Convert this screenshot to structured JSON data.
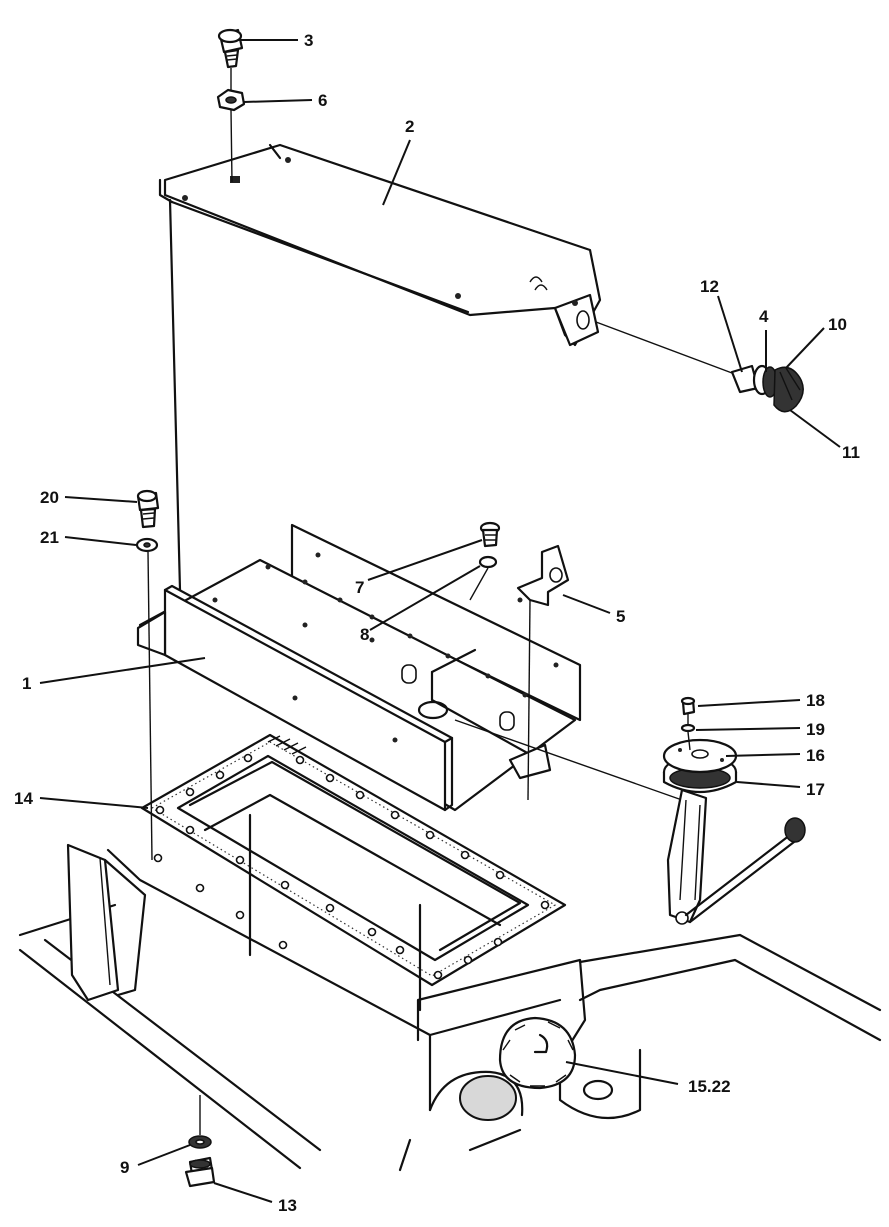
{
  "callouts": [
    {
      "id": "c1",
      "text": "1"
    },
    {
      "id": "c2",
      "text": "2"
    },
    {
      "id": "c3",
      "text": "3"
    },
    {
      "id": "c4",
      "text": "4"
    },
    {
      "id": "c5",
      "text": "5"
    },
    {
      "id": "c6",
      "text": "6"
    },
    {
      "id": "c7",
      "text": "7"
    },
    {
      "id": "c8",
      "text": "8"
    },
    {
      "id": "c9",
      "text": "9"
    },
    {
      "id": "c10",
      "text": "10"
    },
    {
      "id": "c11",
      "text": "11"
    },
    {
      "id": "c12",
      "text": "12"
    },
    {
      "id": "c13",
      "text": "13"
    },
    {
      "id": "c14",
      "text": "14"
    },
    {
      "id": "c15",
      "text": "15.22"
    },
    {
      "id": "c16",
      "text": "16"
    },
    {
      "id": "c17",
      "text": "17"
    },
    {
      "id": "c18",
      "text": "18"
    },
    {
      "id": "c19",
      "text": "19"
    },
    {
      "id": "c20",
      "text": "20"
    },
    {
      "id": "c21",
      "text": "21"
    }
  ],
  "colors": {
    "ink": "#111111",
    "paper": "#ffffff",
    "shade": "#d8d8d8"
  }
}
